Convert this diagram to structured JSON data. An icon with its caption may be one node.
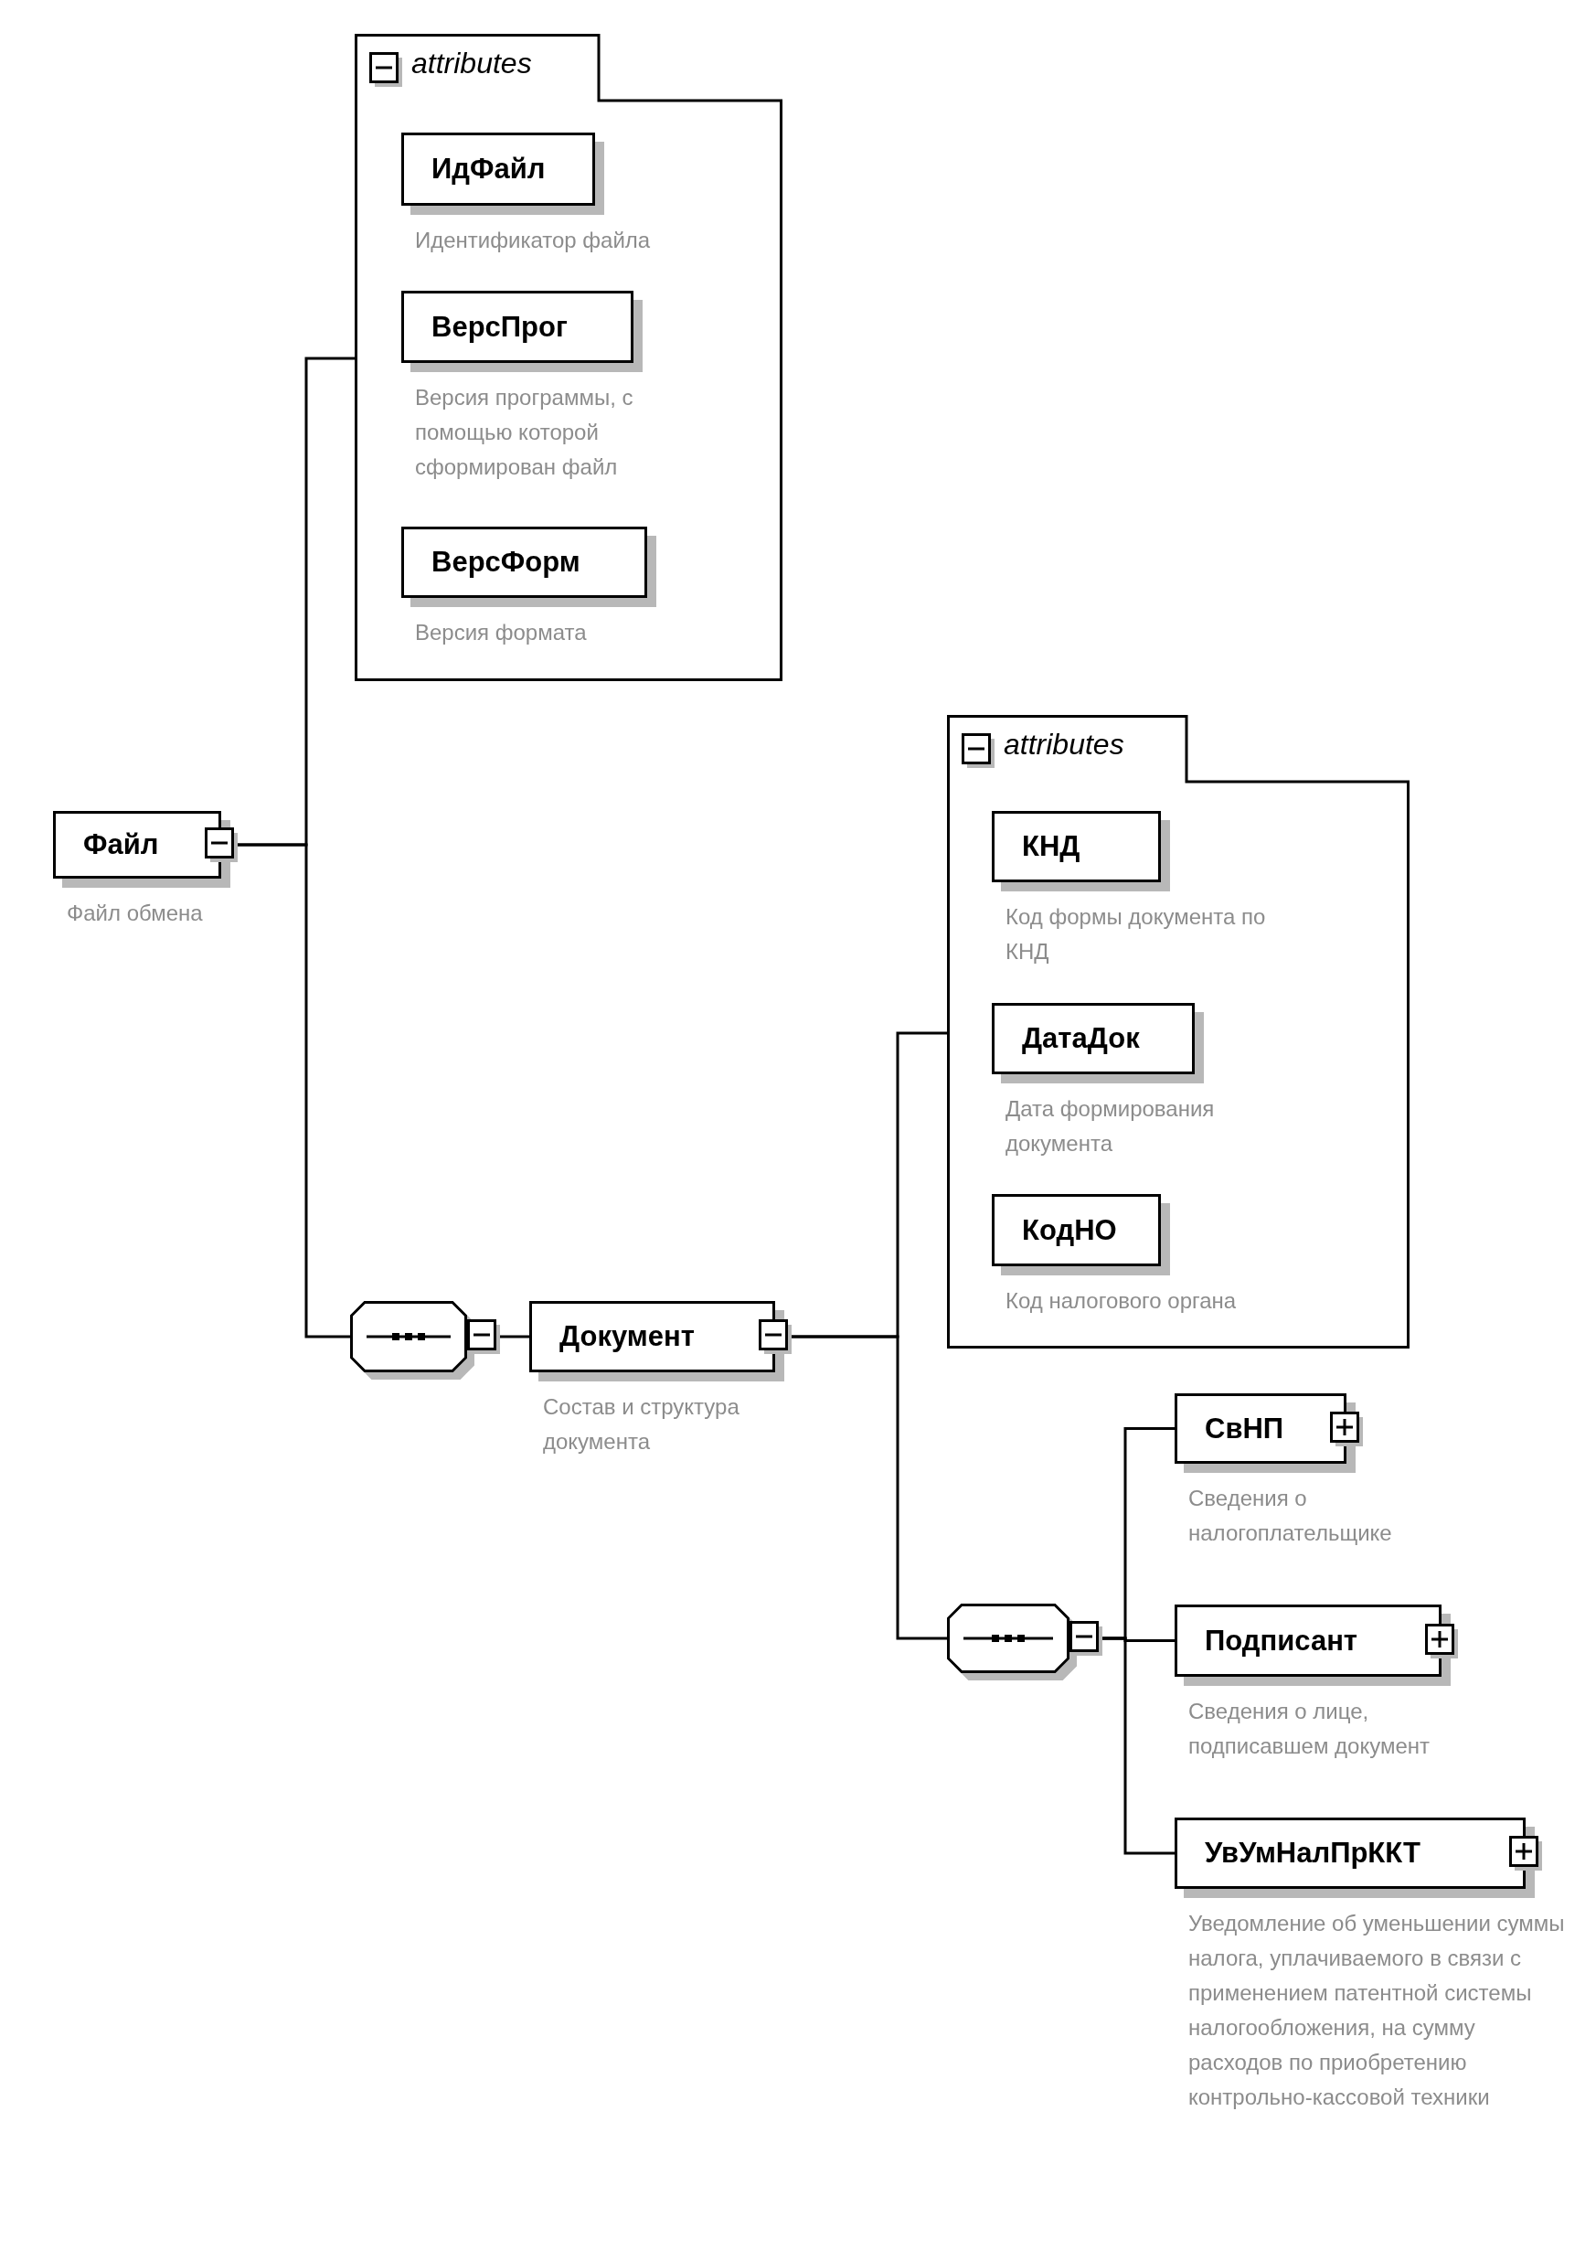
{
  "diagram": {
    "nodes": [
      {
        "text": [
          "attributes"
        ]
      },
      {
        "text": [
          "ИдФайл"
        ],
        "in": 0,
        "beside": [
          "Идентификатор файла"
        ]
      },
      {
        "text": [
          "ВерсПрог"
        ],
        "in": 0,
        "beside": [
          "Версия программы, с помощью которой сформирован файл"
        ]
      },
      {
        "text": [
          "ВерсФорм"
        ],
        "in": 0,
        "beside": [
          "Версия формата"
        ]
      },
      {
        "text": [
          "Файл"
        ],
        "beside": [
          "Файл обмена"
        ]
      },
      {
        "text": [],
        "shape": "octagon"
      },
      {
        "text": [
          "Документ"
        ],
        "beside": [
          "Состав и структура документа"
        ]
      },
      {
        "text": [
          "attributes"
        ]
      },
      {
        "text": [
          "КНД"
        ],
        "in": 7,
        "beside": [
          "Код формы документа по КНД"
        ]
      },
      {
        "text": [
          "ДатаДок"
        ],
        "in": 7,
        "beside": [
          "Дата формирования документа"
        ]
      },
      {
        "text": [
          "КодНО"
        ],
        "in": 7,
        "beside": [
          "Код налогового органа"
        ]
      },
      {
        "text": [],
        "shape": "octagon"
      },
      {
        "text": [
          "СвНП"
        ],
        "beside": [
          "Сведения о налогоплательщике"
        ]
      },
      {
        "text": [
          "Подписант"
        ],
        "beside": [
          "Сведения о лице, подписавшем документ"
        ]
      },
      {
        "text": [
          "УвУмНалПрККТ"
        ],
        "beside": [
          "Уведомление об уменьшении суммы налога, уплачиваемого в связи с применением патентной системы налогообложения, на сумму расходов по приобретению контрольно-кассовой техники"
        ]
      }
    ],
    "edges": [
      {
        "from": 4,
        "to": 0,
        "arrow": "none"
      },
      {
        "from": 4,
        "to": 5,
        "arrow": "none"
      },
      {
        "from": 5,
        "to": 6,
        "arrow": "none"
      },
      {
        "from": 6,
        "to": 7,
        "arrow": "none"
      },
      {
        "from": 6,
        "to": 11,
        "arrow": "none"
      },
      {
        "from": 11,
        "to": 12,
        "arrow": "none"
      },
      {
        "from": 11,
        "to": 13,
        "arrow": "none"
      },
      {
        "from": 11,
        "to": 14,
        "arrow": "none"
      }
    ]
  }
}
